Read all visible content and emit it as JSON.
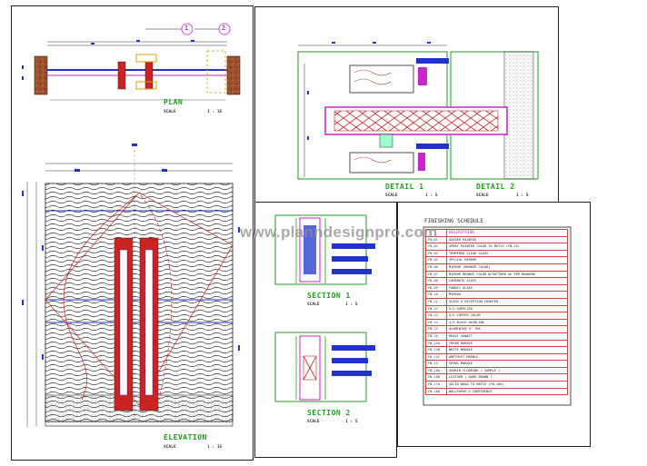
{
  "watermark": "www.planndesignpro.com",
  "colors": {
    "frame": "#222222",
    "green": "#1aa01a",
    "red": "#cc2222",
    "blue": "#2233cc",
    "magenta": "#cc22cc",
    "brown": "#8a3a18"
  },
  "plan": {
    "title": "PLAN",
    "scale_label": "SCALE",
    "scale_value": "1 : 15",
    "callouts": [
      "1",
      "2"
    ]
  },
  "elevation": {
    "title": "ELEVATION",
    "scale_label": "SCALE",
    "scale_value": "1 : 15"
  },
  "detail1": {
    "title": "DETAIL 1",
    "scale_label": "SCALE",
    "scale_value": "1 : 5"
  },
  "detail2": {
    "title": "DETAIL 2",
    "scale_label": "SCALE",
    "scale_value": "1 : 5"
  },
  "section1": {
    "title": "SECTION 1",
    "scale_label": "SCALE",
    "scale_value": "1 : 5"
  },
  "section2": {
    "title": "SECTION 2",
    "scale_label": "SCALE",
    "scale_value": "1 : 5"
  },
  "finishing_schedule": {
    "title": "FINISHING SCHEDULE",
    "header": "DESCRIPTION",
    "rows": [
      {
        "code": "FN-01",
        "desc": "GASSER PAINTED"
      },
      {
        "code": "FN-02",
        "desc": "SPRAY PAINTED COLOR TO MATCH (FN-14)"
      },
      {
        "code": "FN-03",
        "desc": "TEMPERED CLEAR GLASS"
      },
      {
        "code": "FN-05",
        "desc": "SPECIAL MIRROR"
      },
      {
        "code": "FN-06",
        "desc": "MIRROR (BRONZE COLOR)"
      },
      {
        "code": "FN-07",
        "desc": "MIRROR BRONZE COLOR W/PATTERN AS PER DRAWING"
      },
      {
        "code": "FN-08",
        "desc": "LAMINATE GLASS"
      },
      {
        "code": "FN-09",
        "desc": "FABRIC GLASS"
      },
      {
        "code": "FN-10",
        "desc": "MIRROR"
      },
      {
        "code": "FN-11",
        "desc": "GLASS @ RECEPTION COUNTER"
      },
      {
        "code": "FN-12",
        "desc": "S/S SUPPLIED"
      },
      {
        "code": "FN-13",
        "desc": "S/S COPPER COLOR"
      },
      {
        "code": "FN-14",
        "desc": "S/S BLACK HAIRLINE"
      },
      {
        "code": "FN-15",
        "desc": "ALUMINIUM 3\" THK."
      },
      {
        "code": "FN-16",
        "desc": "HEAVY GOWATT"
      },
      {
        "code": "FN-14A",
        "desc": "CREAM MARBLE"
      },
      {
        "code": "FN-14B",
        "desc": "WHITE MARBLE"
      },
      {
        "code": "FN-14C",
        "desc": "AMETHYST MARBLE"
      },
      {
        "code": "FN-15",
        "desc": "SPEWS MARBLE"
      },
      {
        "code": "FN-16A",
        "desc": "VENEER FLOORING ( SAMPLE )"
      },
      {
        "code": "FN-16B",
        "desc": "LEATHER ( DARK BROWN )"
      },
      {
        "code": "FN-17A",
        "desc": "SOLID WOOD TO MATCH (FN-16A)"
      },
      {
        "code": "FN-18A",
        "desc": "WALLPAPER @ CONFERENCE"
      }
    ]
  }
}
